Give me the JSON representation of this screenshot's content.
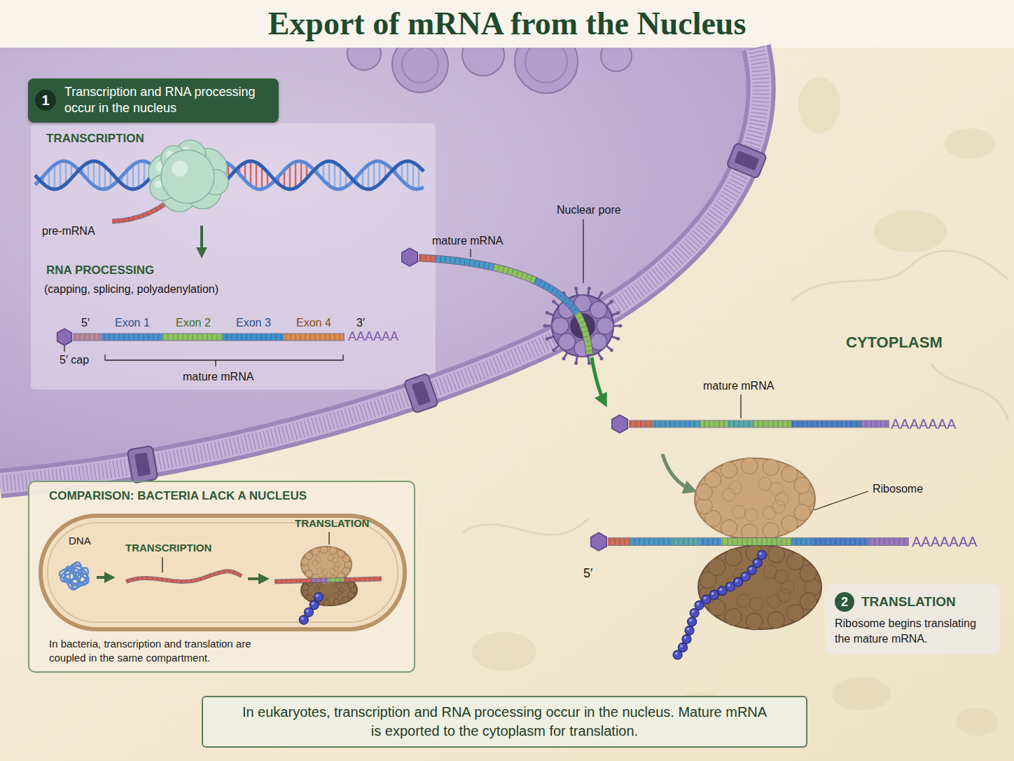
{
  "diagram": {
    "title": "Export of mRNA from the Nucleus",
    "caption": "In eukaryotes, transcription and RNA processing occur in the nucleus. Mature mRNA is exported to the cytoplasm for translation.",
    "nodes": [
      {
        "text": [
          "1",
          "Transcription and RNA processing occur in the nucleus"
        ]
      },
      {
        "text": [
          "COMPARISON: BACTERIA LACK A NUCLEUS",
          "In bacteria, transcription and translation are coupled in the same compartment."
        ]
      },
      {
        "text": [
          "2",
          "TRANSLATION",
          "Ribosome begins translating the mature mRNA."
        ]
      }
    ],
    "labels": [
      "TRANSCRIPTION",
      "pre-mRNA",
      "RNA PROCESSING",
      "(capping, splicing, polyadenylation)",
      "5′",
      "Exon 1",
      "Exon 2",
      "Exon 3",
      "Exon 4",
      "3′",
      "AAAAAA",
      "5′ cap",
      "mature mRNA",
      "mature mRNA",
      "Nuclear pore",
      "CYTOPLASM",
      "mature mRNA",
      "AAAAAAA",
      "Ribosome",
      "AAAAAAA",
      "5′",
      "DNA",
      "TRANSCRIPTION",
      "TRANSLATION"
    ]
  }
}
